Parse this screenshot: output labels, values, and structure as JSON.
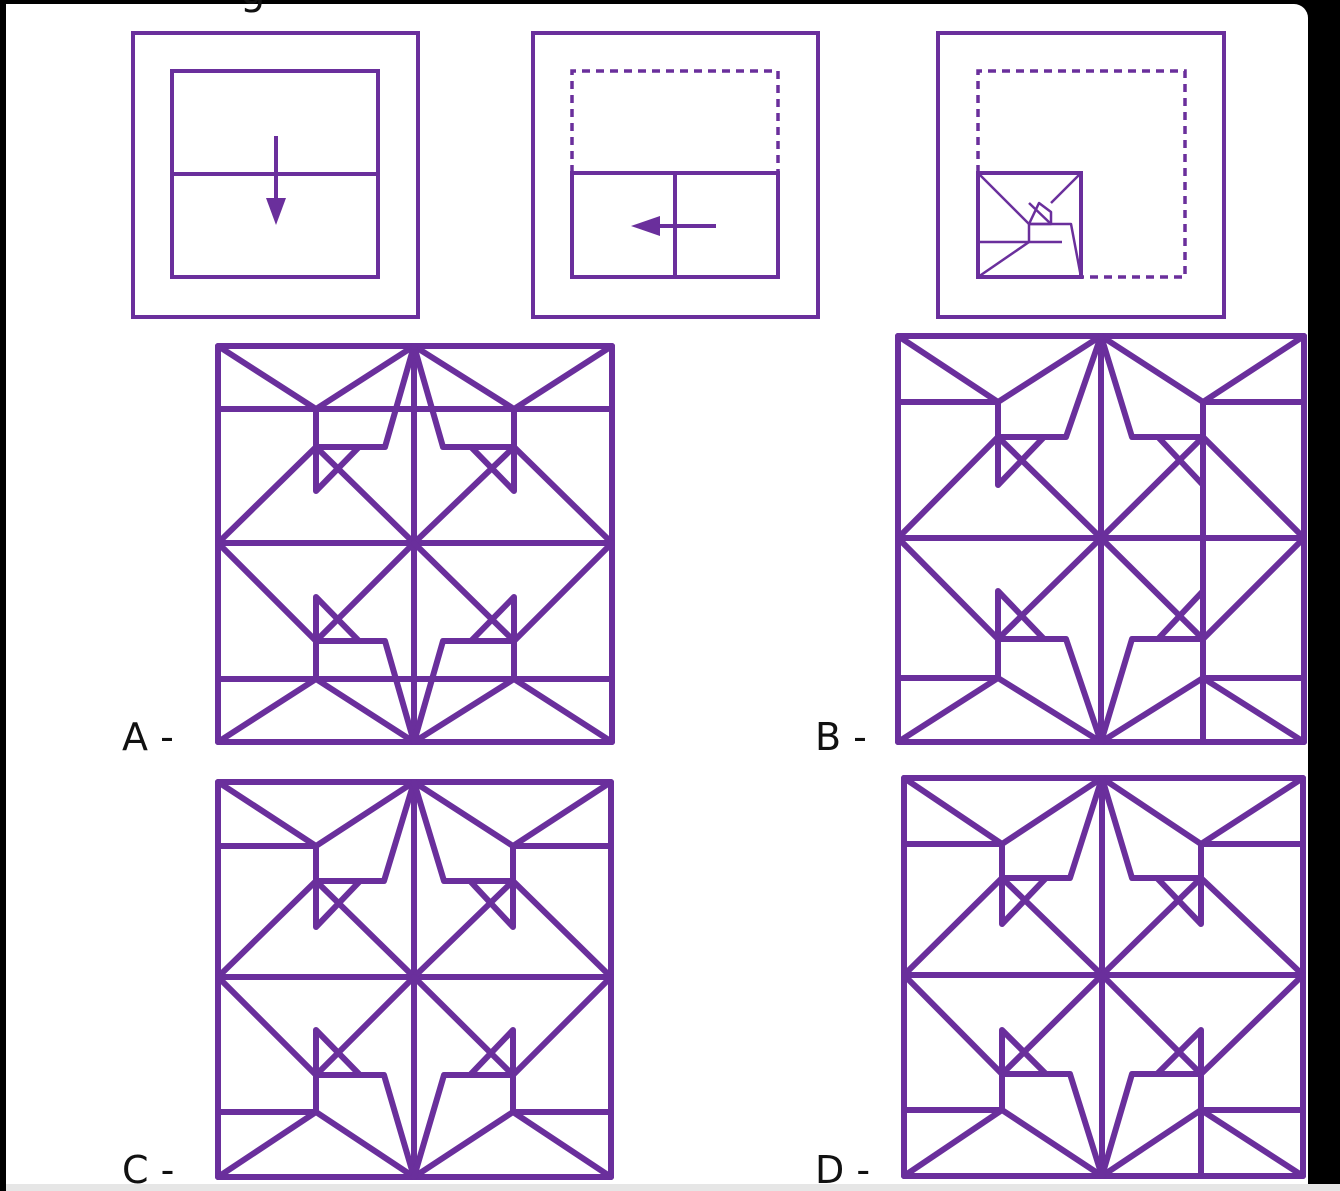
{
  "colors": {
    "figure": "#6a2f9c",
    "background": "#ffffff",
    "label": "#111111"
  },
  "steps": [
    {
      "name": "step-1-fold-down",
      "fold": "down"
    },
    {
      "name": "step-2-fold-left",
      "fold": "left"
    },
    {
      "name": "step-3-cut-pattern",
      "fold": "cut"
    }
  ],
  "options": {
    "a": {
      "label": "A -"
    },
    "b": {
      "label": "B -"
    },
    "c": {
      "label": "C -"
    },
    "d": {
      "label": "D -"
    }
  },
  "header_fragment": "g"
}
